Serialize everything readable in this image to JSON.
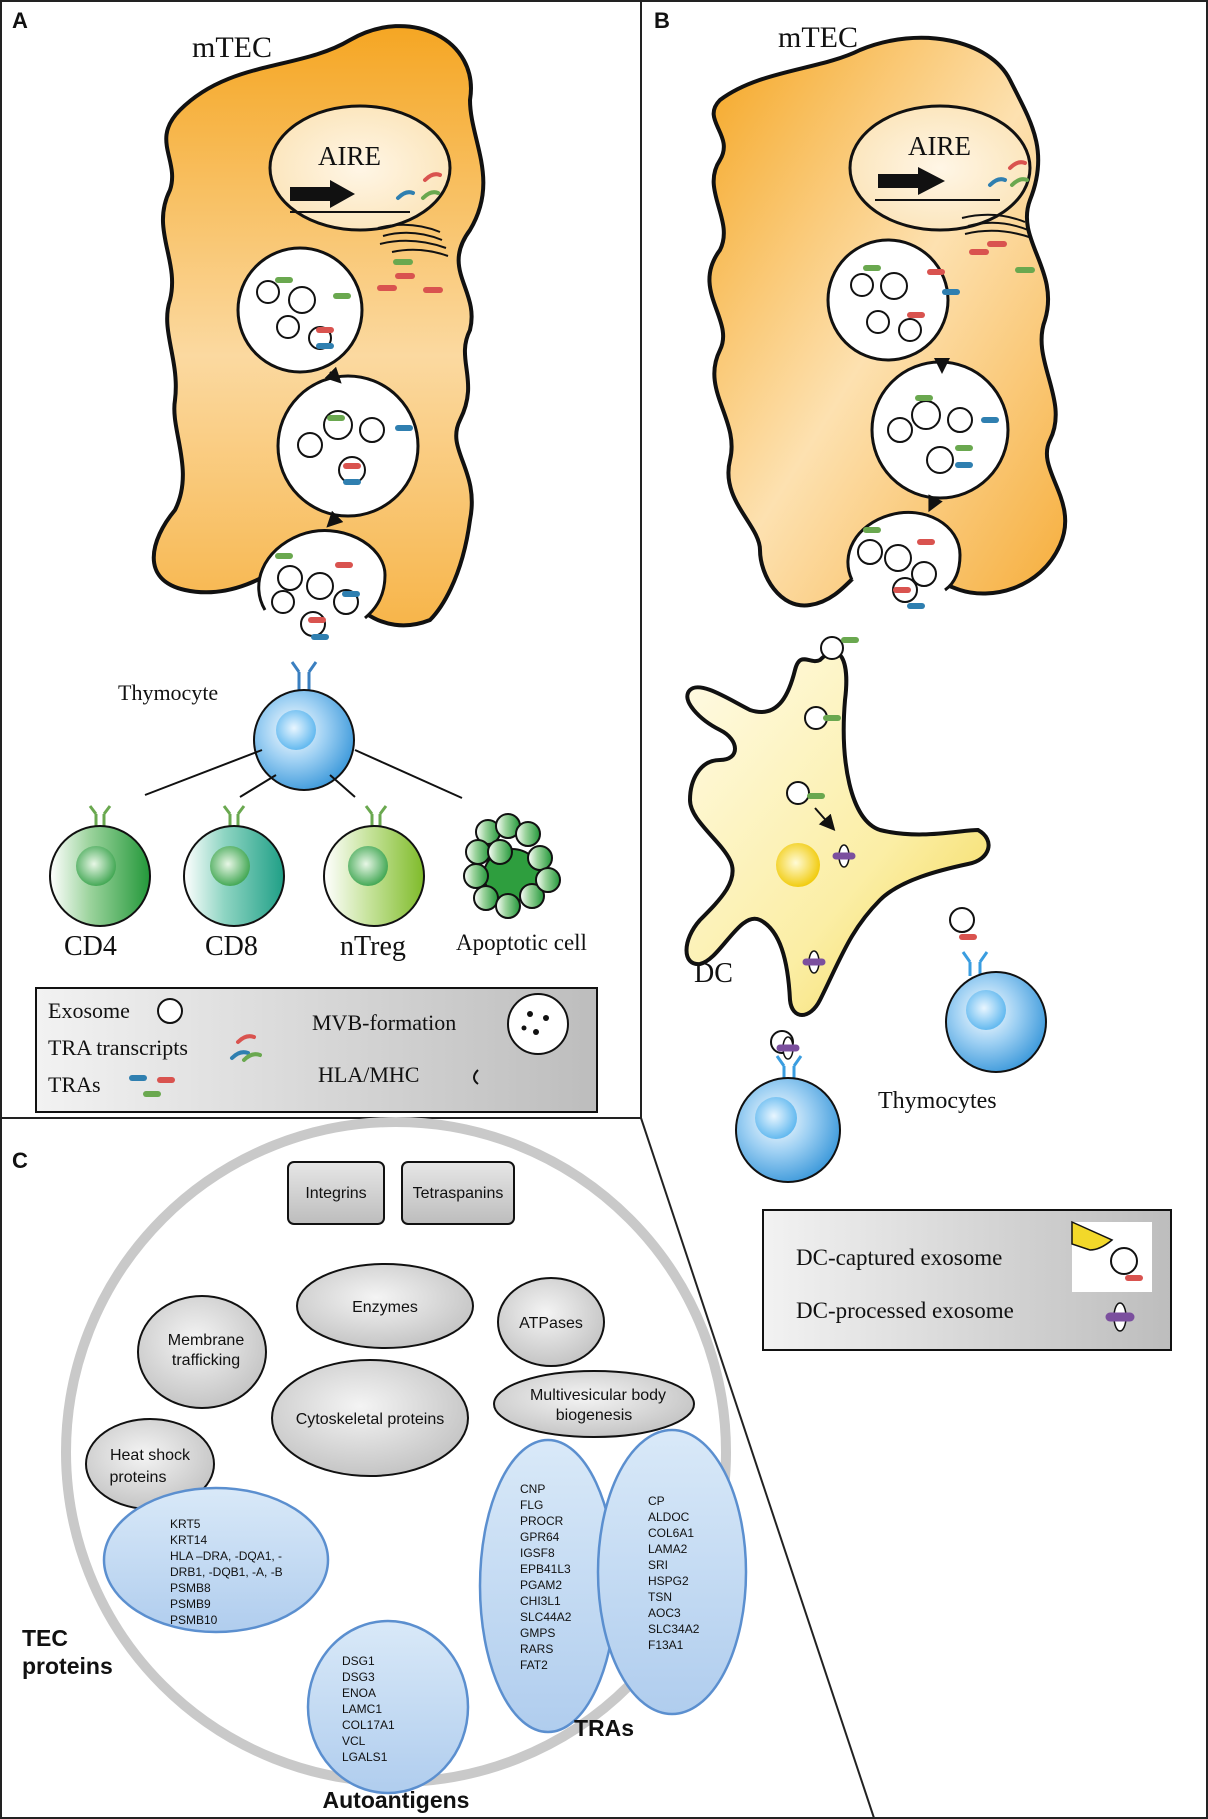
{
  "panels": {
    "a": {
      "letter": "A",
      "cell_label": "mTEC",
      "nucleus_label": "AIRE",
      "thymocyte_label": "Thymocyte",
      "fates": [
        "CD4",
        "CD8",
        "nTreg",
        "Apoptotic cell"
      ],
      "legend": {
        "exosome": "Exosome",
        "tra_transcripts": "TRA transcripts",
        "tras": "TRAs",
        "mvb_formation": "MVB-formation",
        "hla_mhc": "HLA/MHC"
      }
    },
    "b": {
      "letter": "B",
      "cell_label": "mTEC",
      "nucleus_label": "AIRE",
      "dc_label": "DC",
      "thymocytes_label": "Thymocytes",
      "legend": {
        "captured": "DC-captured exosome",
        "processed": "DC-processed exosome"
      }
    },
    "c": {
      "letter": "C",
      "membrane_boxes": [
        "Integrins",
        "Tetraspanins"
      ],
      "categories": {
        "enzymes": "Enzymes",
        "atpases": "ATPases",
        "membrane_1": "Membrane",
        "membrane_2": "trafficking",
        "cytoskeletal": "Cytoskeletal proteins",
        "mvb_1": "Multivesicular body",
        "mvb_2": "biogenesis",
        "heat_1": "Heat shock",
        "heat_2": "proteins"
      },
      "tec_proteins_label_1": "TEC",
      "tec_proteins_label_2": "proteins",
      "tec_proteins": [
        "KRT5",
        "KRT14",
        "HLA –DRA, -DQA1, -",
        "DRB1, -DQB1, -A, -B",
        "PSMB8",
        "PSMB9",
        "PSMB10"
      ],
      "autoantigens_label": "Autoantigens",
      "autoantigens": [
        "DSG1",
        "DSG3",
        "ENOA",
        "LAMC1",
        "COL17A1",
        "VCL",
        "LGALS1"
      ],
      "tras_label": "TRAs",
      "tras_left": [
        "CNP",
        "FLG",
        "PROCR",
        "GPR64",
        "IGSF8",
        "EPB41L3",
        "PGAM2",
        "CHI3L1",
        "SLC44A2",
        "GMPS",
        "RARS",
        "FAT2"
      ],
      "tras_right": [
        "CP",
        "ALDOC",
        "COL6A1",
        "LAMA2",
        "SRI",
        "HSPG2",
        "TSN",
        "AOC3",
        "SLC34A2",
        "F13A1"
      ]
    }
  },
  "colors": {
    "mtec_orange": "#f5a623",
    "dc_yellow": "#f7e27a",
    "thymocyte_blue": "#3a9de0",
    "cd4_green": "#2e9e3e",
    "cd8_teal": "#2aa38a",
    "ntreg_lime": "#8cc63f",
    "tra_green": "#6aa84f",
    "tra_red": "#d9534f",
    "tra_blue": "#2f7fb0",
    "processed_purple": "#7b4f9e",
    "panel_c_blue": "#bcd6f0"
  }
}
